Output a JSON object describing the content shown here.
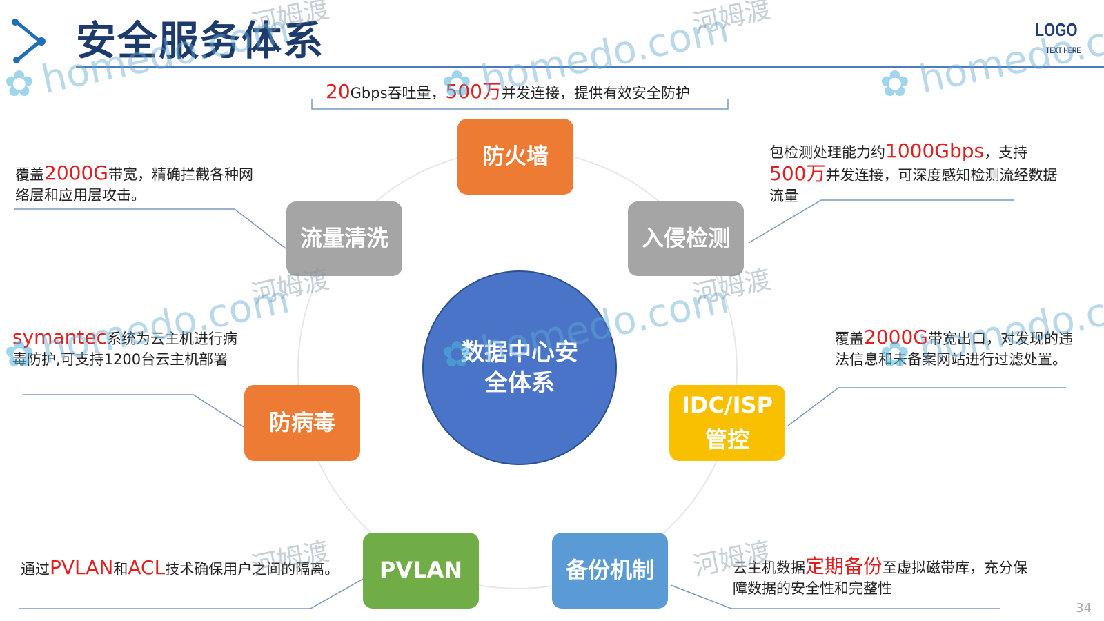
{
  "header": {
    "title": "安全服务体系",
    "logo_main": "LOGO",
    "logo_sub": "TEXT HERE"
  },
  "hub": {
    "label_line1": "数据中心安",
    "label_line2": "全体系"
  },
  "nodes": {
    "firewall": {
      "label": "防火墙",
      "color": "#ee7b33"
    },
    "ids": {
      "label": "入侵检测",
      "color": "#a5a5a5"
    },
    "idc": {
      "label_line1": "IDC/ISP",
      "label_line2": "管控",
      "color": "#f8c000"
    },
    "backup": {
      "label": "备份机制",
      "color": "#5b9bd5"
    },
    "pvlan": {
      "label": "PVLAN",
      "color": "#70ad47"
    },
    "antivirus": {
      "label": "防病毒",
      "color": "#ee7b33"
    },
    "traffic": {
      "label": "流量清洗",
      "color": "#a5a5a5"
    }
  },
  "descriptions": {
    "firewall": {
      "hl1": "20",
      "t1": "Gbps吞吐量，",
      "hl2": "500万",
      "t2": "并发连接，提供有效安全防护"
    },
    "ids": {
      "t1": "包检测处理能力约",
      "hl1": "1000Gbps",
      "t2": "，支持",
      "hl2": "500万",
      "t3": "并发连接，可深度感知检测流经数据流量"
    },
    "idc": {
      "t1": "覆盖",
      "hl1": "2000G",
      "t2": "带宽出口，对发现的违法信息和未备案网站进行过滤处置。"
    },
    "backup": {
      "t1": "云主机数据",
      "hl1": "定期备份",
      "t2": "至虚拟磁带库，充分保障数据的安全性和完整性"
    },
    "pvlan": {
      "t1": "通过",
      "hl1": "PVLAN",
      "t2": "和",
      "hl2": "ACL",
      "t3": "技术确保用户之间的隔离。"
    },
    "antivirus": {
      "hl1": "symantec",
      "t1": "系统为云主机进行病毒防护,可支持1200台云主机部署"
    },
    "traffic": {
      "t1": "覆盖",
      "hl1": "2000G",
      "t2": "带宽，精确拦截各种网络层和应用层攻击。"
    }
  },
  "watermarks": {
    "brand": "homedo.com",
    "cn": "河姆渡"
  },
  "page_number": "34"
}
